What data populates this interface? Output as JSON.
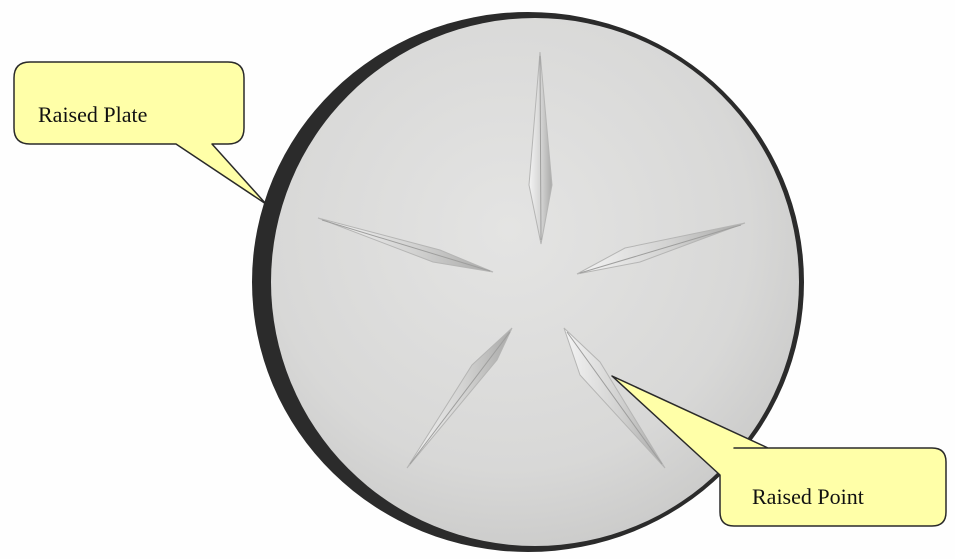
{
  "image": {
    "subject": "round raised plate with star-shaped raised points",
    "colors": {
      "background": "#fefefe",
      "plate_face": "#dcdcdb",
      "plate_rim": "#2b2b2b",
      "callout_fill": "#ffffa8",
      "callout_stroke": "#2a2a2a"
    }
  },
  "callouts": {
    "plate_label": "Raised Plate",
    "point_label": "Raised Point"
  }
}
